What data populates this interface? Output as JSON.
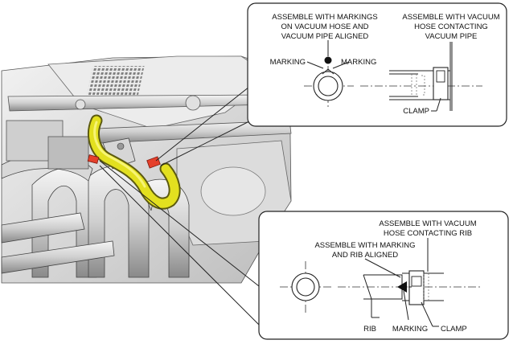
{
  "colors": {
    "hose": "#e3e01f",
    "hose_outline": "#5c5a10",
    "clamp_red": "#e5402b",
    "engine_light": "#e9e9e9",
    "engine_mid": "#c9c9c9",
    "engine_dark": "#8e8e8e"
  },
  "top_callout": {
    "label_markings_1": "ASSEMBLE WITH MARKINGS",
    "label_markings_2": "ON VACUUM HOSE AND",
    "label_markings_3": "VACUUM PIPE ALIGNED",
    "label_contact_1": "ASSEMBLE WITH VACUUM",
    "label_contact_2": "HOSE CONTACTING",
    "label_contact_3": "VACUUM PIPE",
    "marking_left": "MARKING",
    "marking_right": "MARKING",
    "clamp": "CLAMP"
  },
  "bottom_callout": {
    "label_contact_rib_1": "ASSEMBLE WITH VACUUM",
    "label_contact_rib_2": "HOSE CONTACTING RIB",
    "label_marking_rib_1": "ASSEMBLE WITH MARKING",
    "label_marking_rib_2": "AND RIB ALIGNED",
    "rib": "RIB",
    "marking": "MARKING",
    "clamp": "CLAMP"
  }
}
